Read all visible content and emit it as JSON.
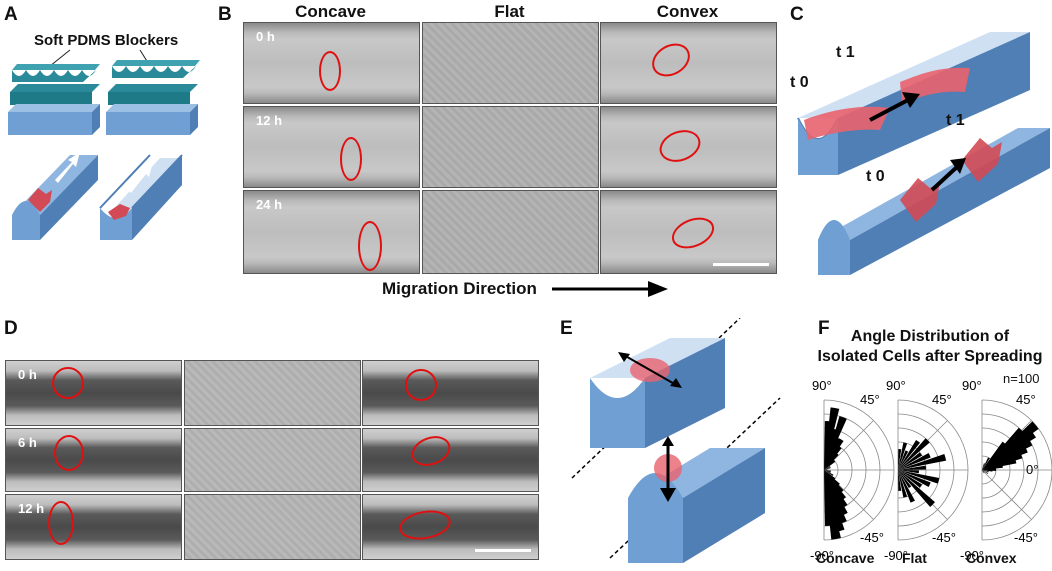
{
  "panels": {
    "A": {
      "label": "A",
      "blocker_label": "Soft PDMS Blockers"
    },
    "B": {
      "label": "B",
      "columns": [
        "Concave",
        "Flat",
        "Convex"
      ],
      "times": [
        "0 h",
        "12 h",
        "24 h"
      ],
      "direction_label": "Migration Direction"
    },
    "C": {
      "label": "C",
      "t0": "t 0",
      "t1": "t 1"
    },
    "D": {
      "label": "D",
      "times": [
        "0 h",
        "6 h",
        "12 h"
      ]
    },
    "E": {
      "label": "E"
    },
    "F": {
      "label": "F",
      "title_line1": "Angle Distribution of",
      "title_line2": "Isolated Cells after Spreading",
      "n_label": "n=100",
      "polar_labels": {
        "p90": "90°",
        "p45": "45°",
        "zero": "0°",
        "m45": "-45°",
        "m90": "-90°"
      },
      "chart_data": {
        "type": "polar-histogram",
        "title": "Angle Distribution of Isolated Cells after Spreading",
        "angle_range": [
          -90,
          90
        ],
        "series": [
          {
            "name": "Concave",
            "angles": [
              85,
              80,
              75,
              70,
              65,
              60,
              55,
              50,
              45,
              40,
              30,
              20,
              10,
              0,
              -10,
              -20,
              -30,
              -40,
              -45,
              -50,
              -55,
              -60,
              -65,
              -70,
              -75,
              -80,
              -85
            ],
            "values": [
              0.7,
              0.9,
              0.6,
              0.8,
              0.5,
              0.5,
              0.4,
              0.3,
              0.2,
              0.2,
              0.1,
              0.1,
              0.05,
              0.05,
              0.1,
              0.1,
              0.15,
              0.2,
              0.3,
              0.4,
              0.5,
              0.6,
              0.7,
              0.8,
              0.9,
              1.0,
              0.8
            ]
          },
          {
            "name": "Flat",
            "angles": [
              85,
              75,
              65,
              55,
              45,
              35,
              25,
              15,
              5,
              -5,
              -15,
              -25,
              -35,
              -45,
              -55,
              -65,
              -75,
              -85
            ],
            "values": [
              0.3,
              0.4,
              0.3,
              0.5,
              0.6,
              0.4,
              0.5,
              0.7,
              0.4,
              0.3,
              0.6,
              0.5,
              0.4,
              0.7,
              0.3,
              0.5,
              0.4,
              0.3
            ]
          },
          {
            "name": "Convex",
            "angles": [
              70,
              60,
              50,
              45,
              40,
              35,
              30,
              25,
              20,
              15,
              10,
              5,
              0,
              -5,
              -15,
              -30,
              -45,
              -60
            ],
            "values": [
              0.1,
              0.2,
              0.5,
              0.8,
              1.0,
              0.9,
              0.8,
              0.7,
              0.6,
              0.5,
              0.3,
              0.2,
              0.2,
              0.15,
              0.1,
              0.1,
              0.05,
              0.05
            ]
          }
        ]
      }
    }
  },
  "colors": {
    "substrate": "#6f9fd3",
    "blocker": "#2a8a99",
    "cell": "#d24a55",
    "oval": "#e01010"
  }
}
